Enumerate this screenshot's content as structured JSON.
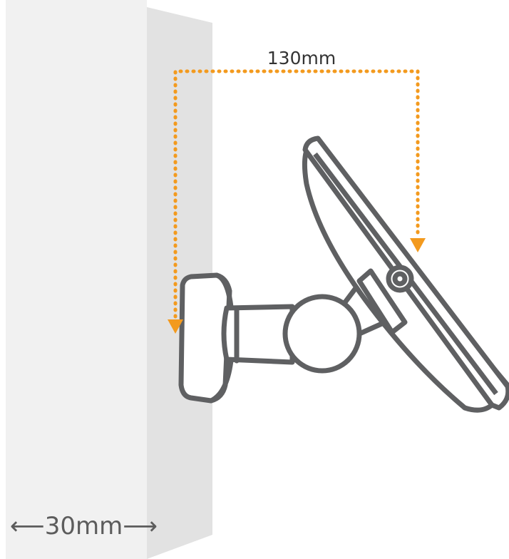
{
  "figure": {
    "top_dimension": "130mm",
    "wall_thickness": "30mm",
    "left_arrow": "⟵",
    "right_arrow": "⟶"
  },
  "colors": {
    "background": "#ffffff",
    "wall_front": "#f1f1f1",
    "wall_side": "#e2e2e2",
    "outline": "#5f6062",
    "mount_fill": "#ffffff",
    "dimension_line": "#f39a1e",
    "text": "#333333",
    "wall_text": "#5c5c5c"
  },
  "icons": [
    "wall-slab",
    "wall-mount-bracket",
    "ball-joint",
    "tablet-panel",
    "dimension-arrow"
  ]
}
